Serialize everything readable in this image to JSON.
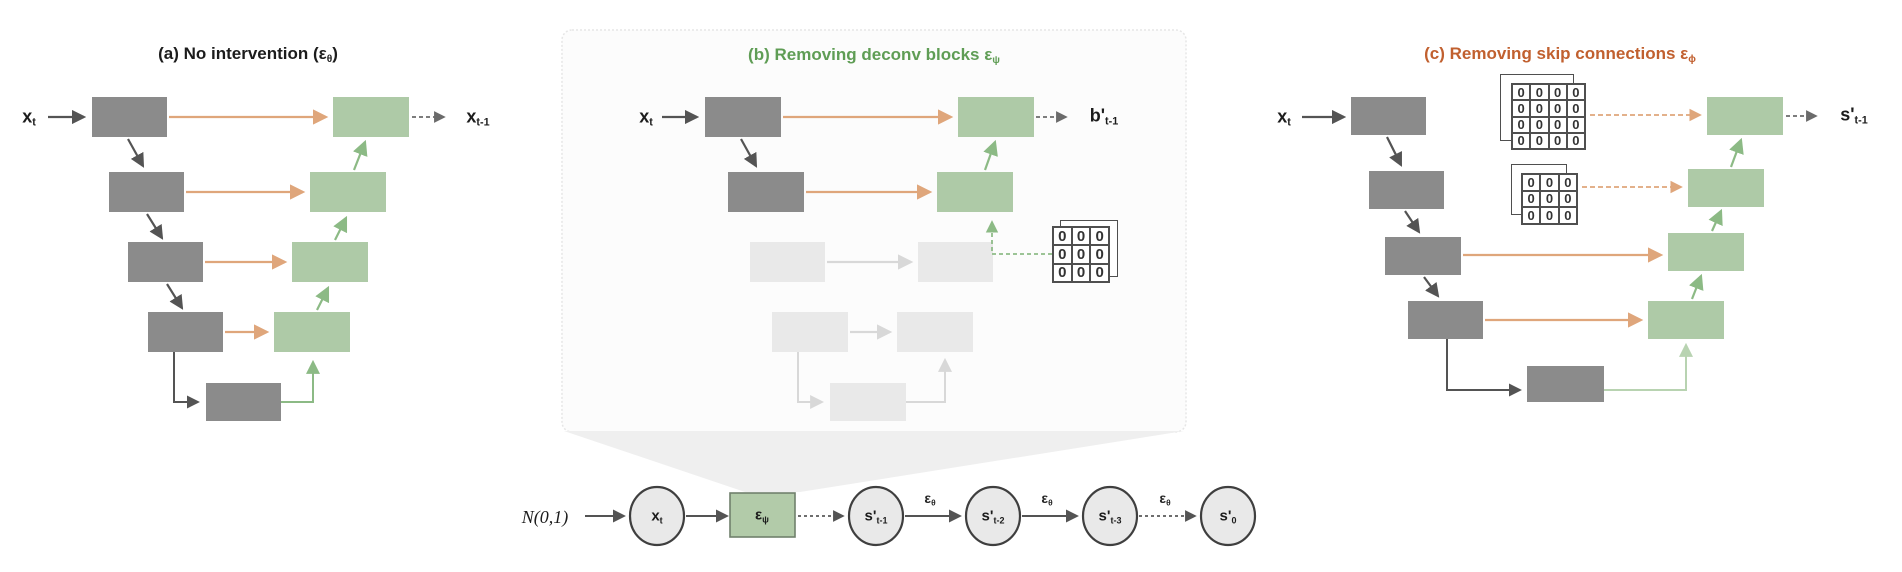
{
  "figure": {
    "panels": {
      "a": {
        "title": {
          "prefix": "(a) No intervention (ε",
          "sub": "θ",
          "suffix": ")"
        },
        "input_label": {
          "base": "x",
          "sub": "t"
        },
        "output_label": {
          "base": "x",
          "sub": "t-1"
        }
      },
      "b": {
        "title": {
          "prefix": "(b) Removing deconv blocks ε",
          "sub": "ψ",
          "suffix": ""
        },
        "input_label": {
          "base": "x",
          "sub": "t"
        },
        "output_label": {
          "base": "b'",
          "sub": "t-1"
        },
        "zero_matrix_3x3": {
          "rows": [
            [
              "0",
              "0",
              "0"
            ],
            [
              "0",
              "0",
              "0"
            ],
            [
              "0",
              "0",
              "0"
            ]
          ]
        }
      },
      "c": {
        "title": {
          "prefix": "(c) Removing skip connections ε",
          "sub": "ϕ",
          "suffix": ""
        },
        "input_label": {
          "base": "x",
          "sub": "t"
        },
        "output_label": {
          "base": "s'",
          "sub": "t-1"
        },
        "zero_matrix_4x4": {
          "rows": [
            [
              "0",
              "0",
              "0",
              "0"
            ],
            [
              "0",
              "0",
              "0",
              "0"
            ],
            [
              "0",
              "0",
              "0",
              "0"
            ],
            [
              "0",
              "0",
              "0",
              "0"
            ]
          ]
        },
        "zero_matrix_3x3": {
          "rows": [
            [
              "0",
              "0",
              "0"
            ],
            [
              "0",
              "0",
              "0"
            ],
            [
              "0",
              "0",
              "0"
            ]
          ]
        }
      }
    },
    "chain": {
      "noise_label": "N(0,1)",
      "node_xt": {
        "base": "x",
        "sub": "t"
      },
      "node_eps": {
        "base": "ε",
        "sub": "ψ"
      },
      "node_s1": {
        "base": "s'",
        "sub": "t-1"
      },
      "node_s2": {
        "base": "s'",
        "sub": "t-2"
      },
      "node_s3": {
        "base": "s'",
        "sub": "t-3"
      },
      "node_s0": {
        "base": "s'",
        "sub": "0"
      },
      "edge1_label": {
        "base": "ε",
        "sub": "θ"
      },
      "edge2_label": {
        "base": "ε",
        "sub": "θ"
      },
      "edge3_label": {
        "base": "ε",
        "sub": "θ"
      }
    },
    "colors": {
      "encoder_block": "#8b8b8b",
      "decoder_block": "#aecaa7",
      "faded_block": "#e9e9e9",
      "skip_arrow": "#dfa67b",
      "decoder_arrow": "#8cba85",
      "light_decoder_arrow": "#b8d3b1",
      "dark_arrow": "#545454",
      "faded_arrow": "#d8d8d8",
      "title_green": "#5f9d55",
      "title_orange": "#c1602f",
      "chain_node_fill": "#e9e9e9",
      "chain_node_stroke": "#3f3f3f",
      "eps_box_fill": "#b2cba9",
      "panel_bg": "#fcfcfc",
      "funnel": "#efefef"
    }
  }
}
